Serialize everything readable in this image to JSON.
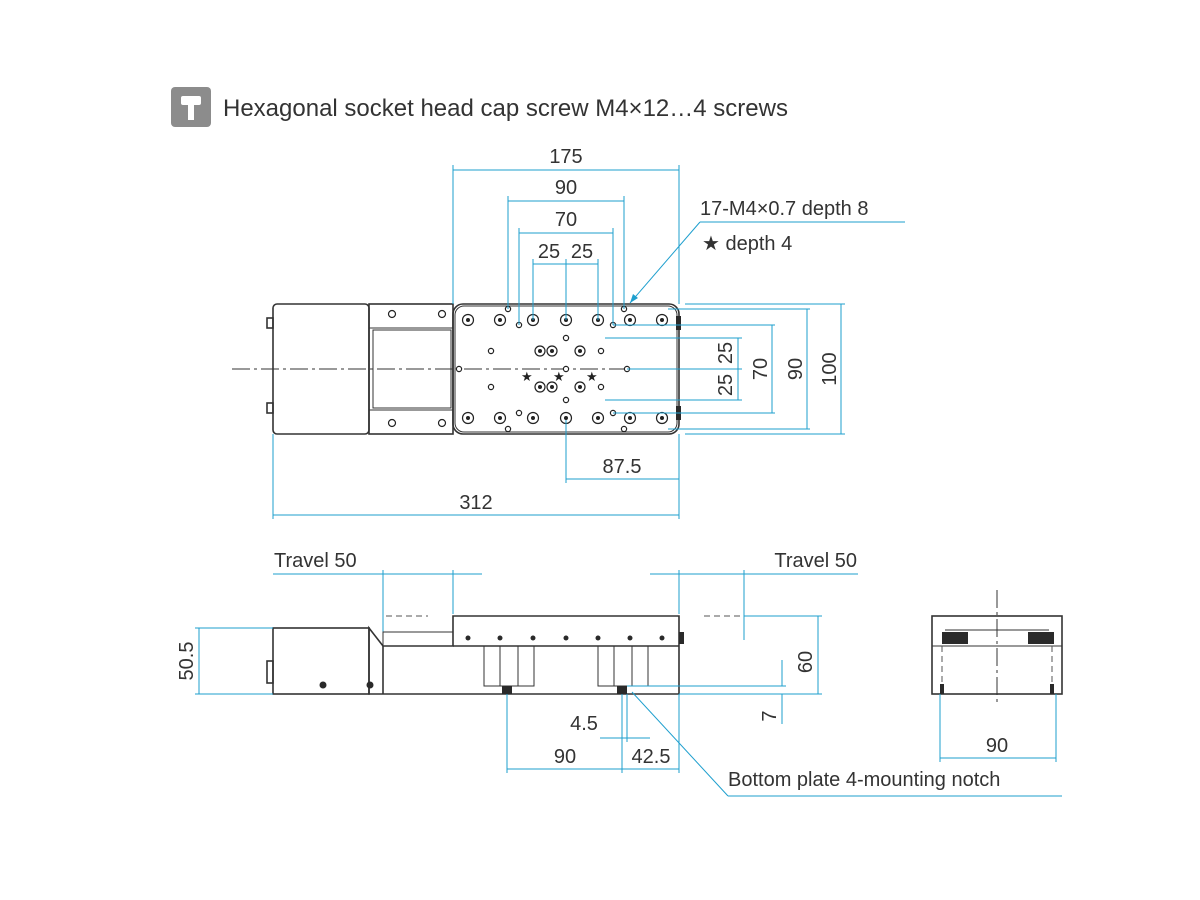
{
  "header": {
    "icon": "hex-socket-screw-icon",
    "text": "Hexagonal socket head cap screw M4×12…4 screws"
  },
  "top_view": {
    "dim_175": "175",
    "dim_90": "90",
    "dim_70": "70",
    "dim_25a": "25",
    "dim_25b": "25",
    "note_holes": "17-M4×0.7 depth 8",
    "note_star": "★ depth 4",
    "dim_v25a": "25",
    "dim_v25b": "25",
    "dim_v70": "70",
    "dim_v90": "90",
    "dim_v100": "100",
    "dim_87_5": "87.5",
    "dim_312": "312"
  },
  "side_view": {
    "travel_left": "Travel 50",
    "travel_right": "Travel 50",
    "dim_50_5": "50.5",
    "dim_60": "60",
    "dim_7": "7",
    "dim_4_5": "4.5",
    "dim_90": "90",
    "dim_42_5": "42.5",
    "note_notch": "Bottom plate 4-mounting notch"
  },
  "end_view": {
    "dim_90": "90"
  },
  "colors": {
    "dimension": "#1e9fce",
    "outline": "#333333",
    "icon_bg": "#8c8c8c"
  }
}
